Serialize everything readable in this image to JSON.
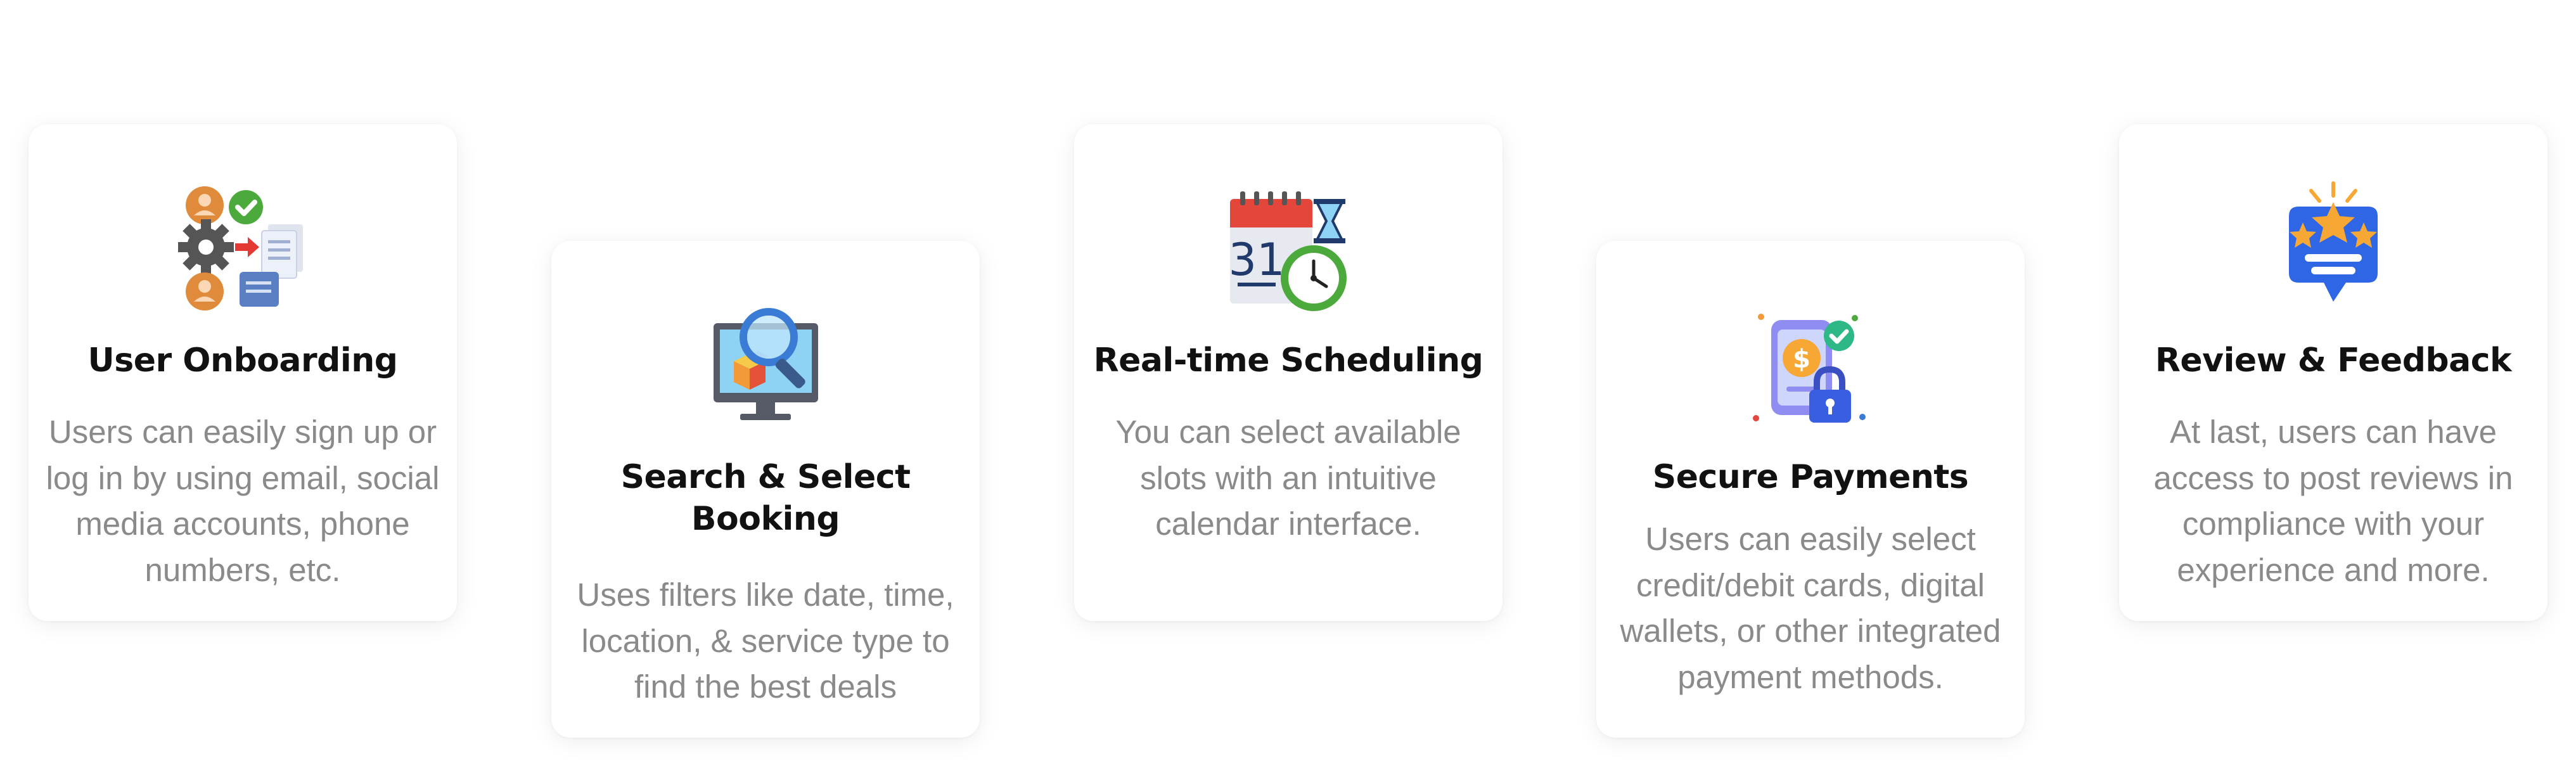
{
  "cards": [
    {
      "title": "User Onboarding",
      "description": "Users can easily sign up or log in by using email, social media accounts, phone numbers, etc.",
      "icon": "user-onboarding-icon"
    },
    {
      "title": "Search & Select Booking",
      "description": "Uses filters like date, time, location, & service type to find the best deals",
      "icon": "search-monitor-icon"
    },
    {
      "title": "Real-time Scheduling",
      "description": "You can select available slots with an intuitive calendar interface.",
      "icon": "calendar-clock-icon"
    },
    {
      "title": "Secure Payments",
      "description": "Users can easily select credit/debit cards, digital wallets, or other integrated payment methods.",
      "icon": "secure-payment-icon"
    },
    {
      "title": "Review & Feedback",
      "description": "At last, users can have access to post reviews in compliance with your experience and more.",
      "icon": "review-stars-icon"
    }
  ],
  "colors": {
    "title": "#111111",
    "description": "#8a8a8a",
    "card_background": "#ffffff",
    "page_background": "#ffffff"
  }
}
